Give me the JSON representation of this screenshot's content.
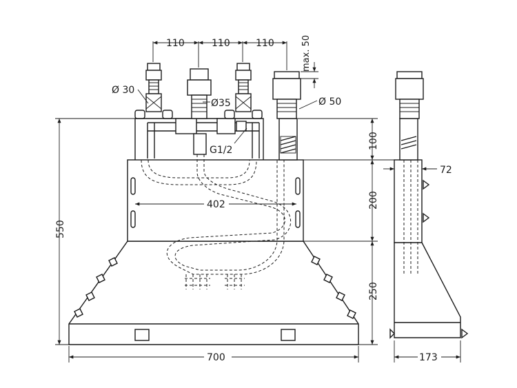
{
  "dimensions": {
    "spacing_1": "110",
    "spacing_2": "110",
    "spacing_3": "110",
    "max_50": "max. 50",
    "dia_30": "Ø 30",
    "dia_35": "Ø35",
    "dia_50": "Ø 50",
    "thread": "G1/2",
    "height_100": "100",
    "height_200": "200",
    "height_250": "250",
    "height_550": "550",
    "width_402": "402",
    "width_700": "700",
    "depth_72": "72",
    "depth_173": "173"
  }
}
